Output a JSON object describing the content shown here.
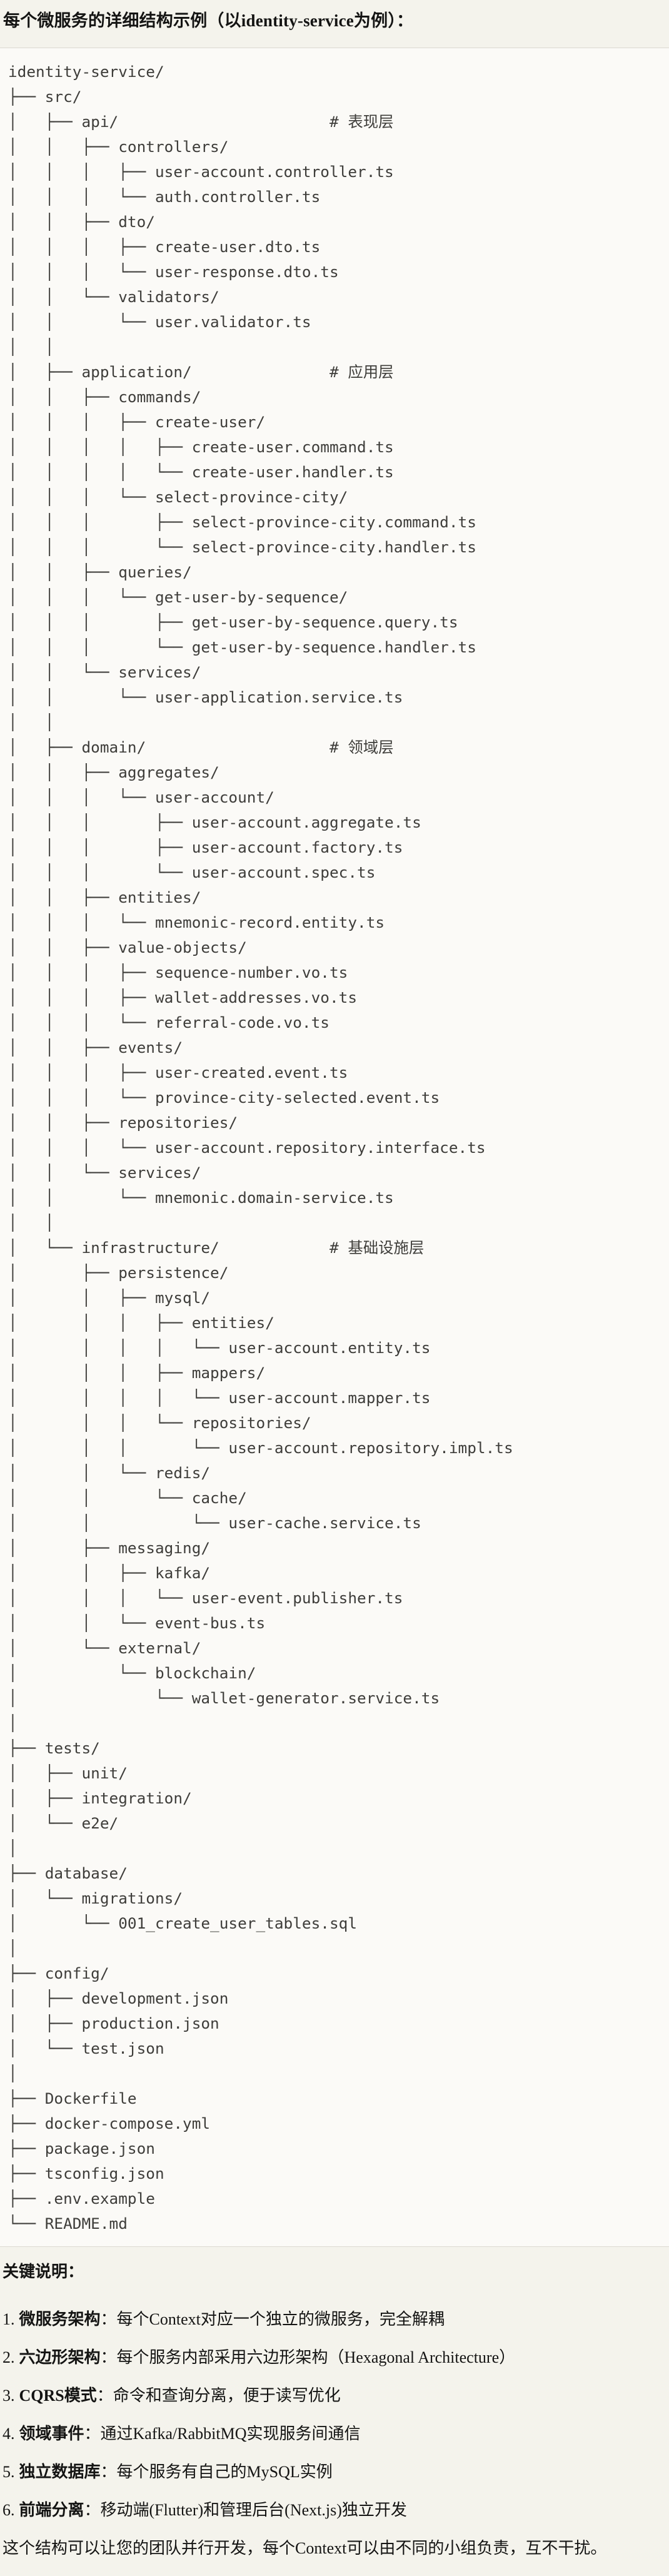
{
  "title": "每个微服务的详细结构示例（以identity-service为例）：",
  "code_block": {
    "language": "text",
    "tree_lines": [
      "identity-service/",
      "├── src/",
      "│   ├── api/                       # 表现层",
      "│   │   ├── controllers/",
      "│   │   │   ├── user-account.controller.ts",
      "│   │   │   └── auth.controller.ts",
      "│   │   ├── dto/",
      "│   │   │   ├── create-user.dto.ts",
      "│   │   │   └── user-response.dto.ts",
      "│   │   └── validators/",
      "│   │       └── user.validator.ts",
      "│   │",
      "│   ├── application/               # 应用层",
      "│   │   ├── commands/",
      "│   │   │   ├── create-user/",
      "│   │   │   │   ├── create-user.command.ts",
      "│   │   │   │   └── create-user.handler.ts",
      "│   │   │   └── select-province-city/",
      "│   │   │       ├── select-province-city.command.ts",
      "│   │   │       └── select-province-city.handler.ts",
      "│   │   ├── queries/",
      "│   │   │   └── get-user-by-sequence/",
      "│   │   │       ├── get-user-by-sequence.query.ts",
      "│   │   │       └── get-user-by-sequence.handler.ts",
      "│   │   └── services/",
      "│   │       └── user-application.service.ts",
      "│   │",
      "│   ├── domain/                    # 领域层",
      "│   │   ├── aggregates/",
      "│   │   │   └── user-account/",
      "│   │   │       ├── user-account.aggregate.ts",
      "│   │   │       ├── user-account.factory.ts",
      "│   │   │       └── user-account.spec.ts",
      "│   │   ├── entities/",
      "│   │   │   └── mnemonic-record.entity.ts",
      "│   │   ├── value-objects/",
      "│   │   │   ├── sequence-number.vo.ts",
      "│   │   │   ├── wallet-addresses.vo.ts",
      "│   │   │   └── referral-code.vo.ts",
      "│   │   ├── events/",
      "│   │   │   ├── user-created.event.ts",
      "│   │   │   └── province-city-selected.event.ts",
      "│   │   ├── repositories/",
      "│   │   │   └── user-account.repository.interface.ts",
      "│   │   └── services/",
      "│   │       └── mnemonic.domain-service.ts",
      "│   │",
      "│   └── infrastructure/            # 基础设施层",
      "│       ├── persistence/",
      "│       │   ├── mysql/",
      "│       │   │   ├── entities/",
      "│       │   │   │   └── user-account.entity.ts",
      "│       │   │   ├── mappers/",
      "│       │   │   │   └── user-account.mapper.ts",
      "│       │   │   └── repositories/",
      "│       │   │       └── user-account.repository.impl.ts",
      "│       │   └── redis/",
      "│       │       └── cache/",
      "│       │           └── user-cache.service.ts",
      "│       ├── messaging/",
      "│       │   ├── kafka/",
      "│       │   │   └── user-event.publisher.ts",
      "│       │   └── event-bus.ts",
      "│       └── external/",
      "│           └── blockchain/",
      "│               └── wallet-generator.service.ts",
      "│",
      "├── tests/",
      "│   ├── unit/",
      "│   ├── integration/",
      "│   └── e2e/",
      "│",
      "├── database/",
      "│   └── migrations/",
      "│       └── 001_create_user_tables.sql",
      "│",
      "├── config/",
      "│   ├── development.json",
      "│   ├── production.json",
      "│   └── test.json",
      "│",
      "├── Dockerfile",
      "├── docker-compose.yml",
      "├── package.json",
      "├── tsconfig.json",
      "├── .env.example",
      "└── README.md"
    ]
  },
  "notes": {
    "heading": "关键说明：",
    "items": [
      {
        "num": "1.",
        "term": "微服务架构",
        "desc": "：每个Context对应一个独立的微服务，完全解耦"
      },
      {
        "num": "2.",
        "term": "六边形架构",
        "desc": "：每个服务内部采用六边形架构（Hexagonal Architecture）"
      },
      {
        "num": "3.",
        "term": "CQRS模式",
        "desc": "：命令和查询分离，便于读写优化"
      },
      {
        "num": "4.",
        "term": "领域事件",
        "desc": "：通过Kafka/RabbitMQ实现服务间通信"
      },
      {
        "num": "5.",
        "term": "独立数据库",
        "desc": "：每个服务有自己的MySQL实例"
      },
      {
        "num": "6.",
        "term": "前端分离",
        "desc": "：移动端(Flutter)和管理后台(Next.js)独立开发"
      }
    ],
    "closing": "这个结构可以让您的团队并行开发，每个Context可以由不同的小组负责，互不干扰。"
  }
}
